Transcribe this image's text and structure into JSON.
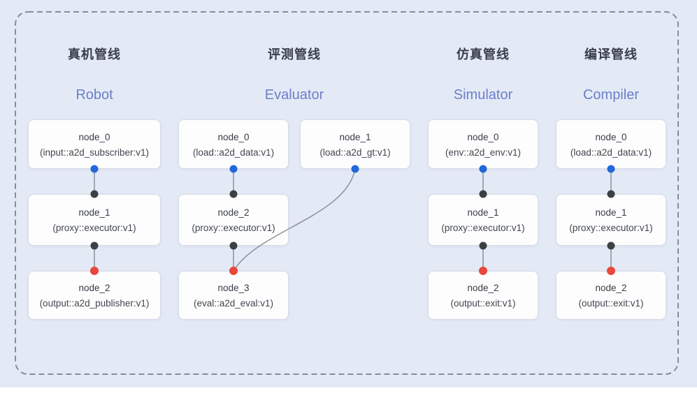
{
  "pipelines": [
    {
      "title_zh": "真机管线",
      "title_en": "Robot",
      "nodes": [
        {
          "name": "node_0",
          "type": "(input::a2d_subscriber:v1)"
        },
        {
          "name": "node_1",
          "type": "(proxy::executor:v1)"
        },
        {
          "name": "node_2",
          "type": "(output::a2d_publisher:v1)"
        }
      ]
    },
    {
      "title_zh": "评测管线",
      "title_en": "Evaluator",
      "nodes": [
        {
          "name": "node_0",
          "type": "(load::a2d_data:v1)"
        },
        {
          "name": "node_1",
          "type": "(load::a2d_gt:v1)"
        },
        {
          "name": "node_2",
          "type": "(proxy::executor:v1)"
        },
        {
          "name": "node_3",
          "type": "(eval::a2d_eval:v1)"
        }
      ]
    },
    {
      "title_zh": "仿真管线",
      "title_en": "Simulator",
      "nodes": [
        {
          "name": "node_0",
          "type": "(env::a2d_env:v1)"
        },
        {
          "name": "node_1",
          "type": "(proxy::executor:v1)"
        },
        {
          "name": "node_2",
          "type": "(output::exit:v1)"
        }
      ]
    },
    {
      "title_zh": "编译管线",
      "title_en": "Compiler",
      "nodes": [
        {
          "name": "node_0",
          "type": "(load::a2d_data:v1)"
        },
        {
          "name": "node_1",
          "type": "(proxy::executor:v1)"
        },
        {
          "name": "node_2",
          "type": "(output::exit:v1)"
        }
      ]
    }
  ],
  "edges": [
    {
      "pipeline": "Robot",
      "from": "node_0",
      "to": "node_1"
    },
    {
      "pipeline": "Robot",
      "from": "node_1",
      "to": "node_2"
    },
    {
      "pipeline": "Evaluator",
      "from": "node_0",
      "to": "node_2"
    },
    {
      "pipeline": "Evaluator",
      "from": "node_1",
      "to": "node_3"
    },
    {
      "pipeline": "Evaluator",
      "from": "node_2",
      "to": "node_3"
    },
    {
      "pipeline": "Simulator",
      "from": "node_0",
      "to": "node_1"
    },
    {
      "pipeline": "Simulator",
      "from": "node_1",
      "to": "node_2"
    },
    {
      "pipeline": "Compiler",
      "from": "node_0",
      "to": "node_1"
    },
    {
      "pipeline": "Compiler",
      "from": "node_1",
      "to": "node_2"
    }
  ],
  "colors": {
    "background": "#e4e9f6",
    "frame": "#878d96",
    "edge": "#8b929b",
    "dot_source": "#2367d9",
    "dot_proxy": "#3d4043",
    "dot_sink": "#e8473a",
    "label_en": "#6a80c8"
  }
}
